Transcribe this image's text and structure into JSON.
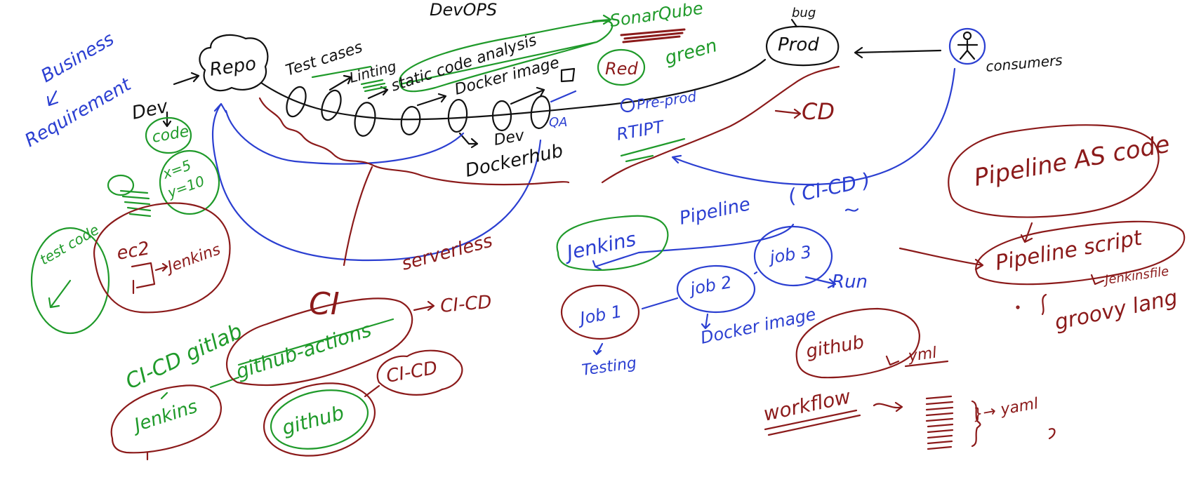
{
  "colors": {
    "black": "#111111",
    "blue": "#2b3fd1",
    "green": "#1f9a2a",
    "maroon": "#8b1a1a"
  },
  "labels": {
    "devops": "DevOPS",
    "business": "Business",
    "requirement": "Requirement",
    "dev": "Dev",
    "repo": "Repo",
    "code": "code",
    "x5": "x=5",
    "y10": "y=10",
    "ec2": "ec2",
    "jenkins_ec2": "Jenkins",
    "test_code": "test code",
    "test_cases": "Test cases",
    "linting": "Linting",
    "static_code": "static code analysis",
    "docker_image": "Docker image",
    "dev_env": "Dev",
    "dockerhub": "Dockerhub",
    "qa": "QA",
    "preprod": "Pre-prod",
    "rtipt": "RTIPT",
    "sonarqube": "SonarQube",
    "red": "Red",
    "green_word": "green",
    "bug": "bug",
    "prod": "Prod",
    "consumers": "consumers",
    "cd": "CD",
    "ci": "CI",
    "serverless": "serverless",
    "cicd_gitlab": "CI-CD gitlab",
    "github_actions": "github-actions",
    "cicd_1": "CI-CD",
    "jenkins_bottom": "Jenkins",
    "github": "github",
    "cicd_2": "CI-CD",
    "jenkins_pipeline": "Jenkins",
    "pipeline": "Pipeline",
    "cicd_paren": "( CI-CD )",
    "job1": "Job 1",
    "job2": "job 2",
    "job3": "job 3",
    "testing": "Testing",
    "docker_image_2": "Docker image",
    "run": "Run",
    "github_2": "github",
    "yml": "yml",
    "workflow": "workflow",
    "yaml": "}→ yaml",
    "pipeline_as_code": "Pipeline AS code",
    "pipeline_script": "Pipeline script",
    "jenkinsfile": "Jenkinsfile",
    "groovy_lang": "groovy lang"
  }
}
